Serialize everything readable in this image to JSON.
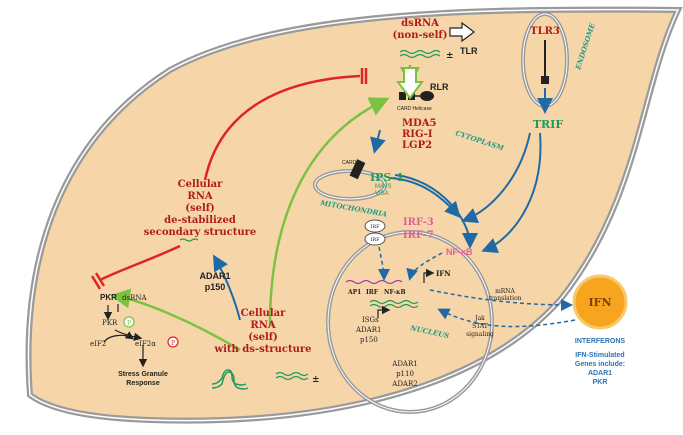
{
  "colors": {
    "cell_fill": "#f6d6a8",
    "cell_outline": "#9a9a9a",
    "red_text": "#b01b1b",
    "green_text": "#1e9a5a",
    "pink_text": "#e0609a",
    "blue_arrow": "#1f6aa6",
    "green_arrow": "#7cc242",
    "red_arrow": "#e02424",
    "ifn_orange": "#f7a51f",
    "blue_text": "#2a73b6"
  },
  "labels": {
    "dsrna_nonself_1": "dsRNA",
    "dsrna_nonself_2": "(non-self)",
    "tlr": "TLR",
    "tlr3": "TLR3",
    "endosome": "ENDOSOME",
    "rlr": "RLR",
    "card_helicase": "CARD Helicase",
    "mda5": "MDA5",
    "rig1": "RIG-I",
    "lgp2": "LGP2",
    "trif": "TRIF",
    "cytoplasm": "CYTOPLASM",
    "card": "CARD",
    "ips1": "IPS-1",
    "mavs": "MAVS",
    "visa": "VISA",
    "mitochondria": "MITOCHONDRIA",
    "irf3": "IRF-3",
    "irf7": "IRF-7",
    "irf_a": "IRF",
    "irf_b": "IRF",
    "nfkb": "NF-κB",
    "ap1": "AP1",
    "irf_promoter": "IRF",
    "nfkb_promoter": "NF-κB",
    "ifn_gene": "IFN",
    "mrna_1": "mRNA",
    "mrna_2": "translation",
    "jak": "Jak",
    "stat_1": "STAT",
    "stat_2": "signaling",
    "isgs": "ISGs",
    "adar1_nuc": "ADAR1",
    "p150_nuc": "p150",
    "nucleus": "NUCLEUS",
    "adar1_b": "ADAR1",
    "p110": "p110",
    "adar2": "ADAR2",
    "ifn": "IFN",
    "interferons": "INTERFERONS",
    "isg_1": "IFN-Stimulated",
    "isg_2": "Genes include:",
    "isg_3": "ADAR1",
    "isg_4": "PKR",
    "cell_rna_1": "Cellular",
    "cell_rna_2": "RNA",
    "cell_rna_3": "(self)",
    "destab_1": "de-stabilized",
    "destab_2": "secondary structure",
    "adar1_p150_1": "ADAR1",
    "adar1_p150_2": "p150",
    "ds_rna_1": "Cellular",
    "ds_rna_2": "RNA",
    "ds_rna_3": "(self)",
    "ds_rna_4": "with ds-structure",
    "pkr": "PKR",
    "dsrna_pkr": "dsRNA",
    "pkr_p": "PKR",
    "p_symbol": "P",
    "eif2": "eIF2",
    "eif2a": "eIF2α",
    "p_symbol_2": "P",
    "stress_1": "Stress Granule",
    "stress_2": "Response",
    "plusminus_1": "±",
    "plusminus_2": "±"
  }
}
